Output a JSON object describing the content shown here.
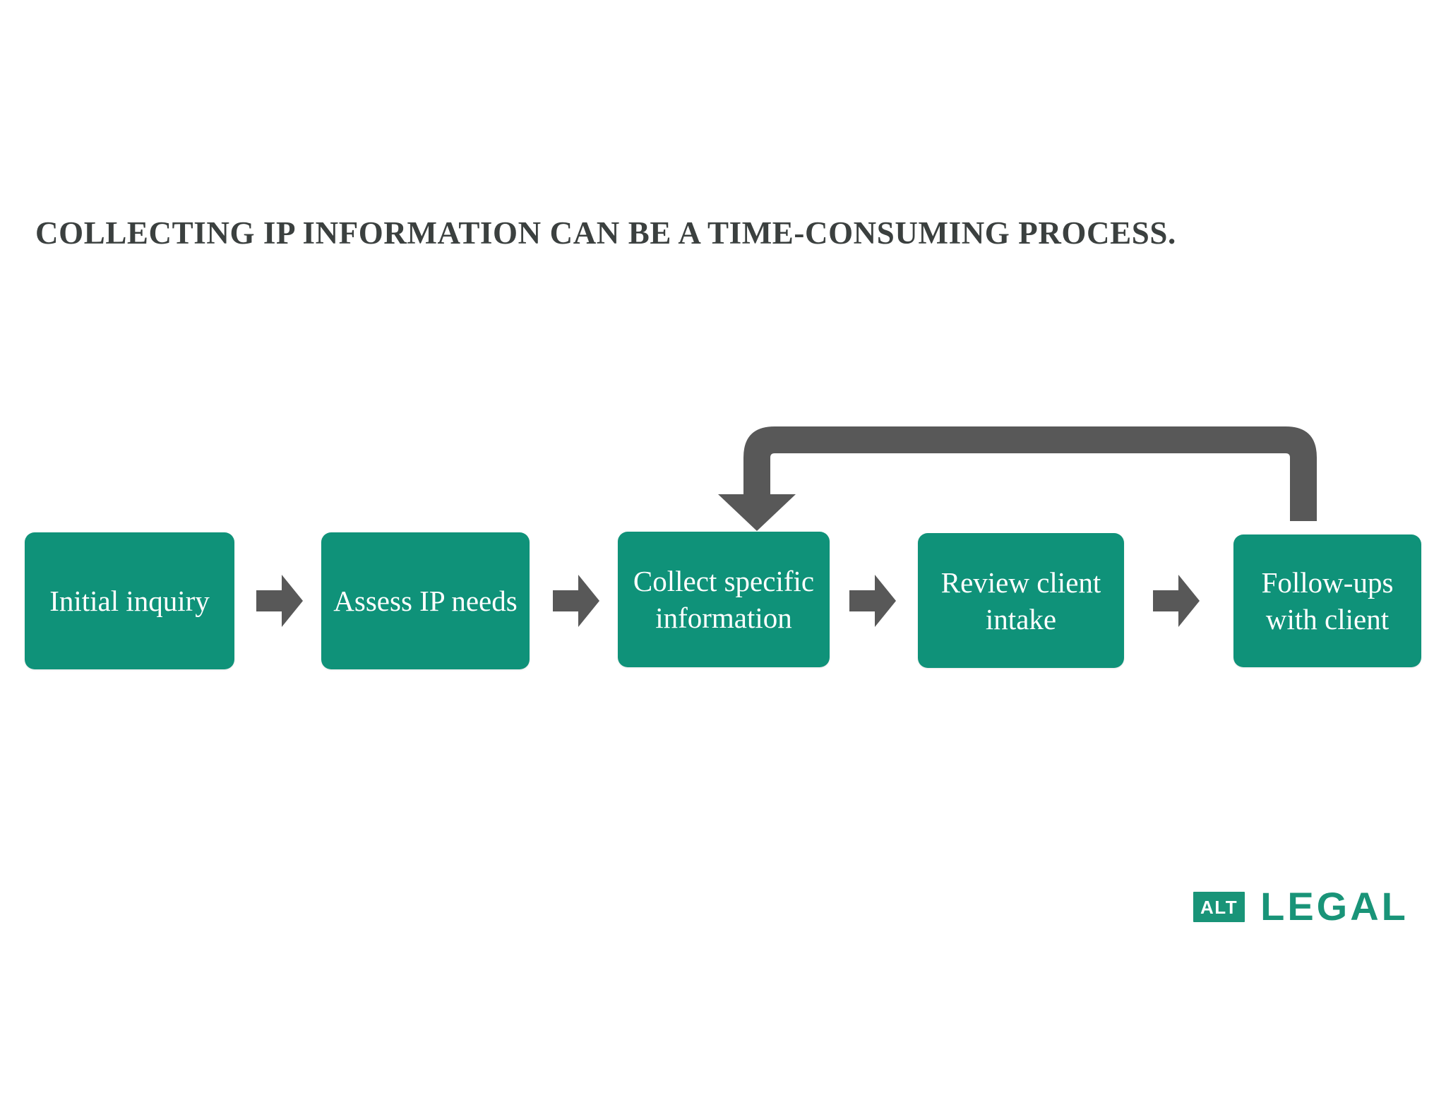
{
  "slide": {
    "background_color": "#ffffff",
    "title": "COLLECTING IP INFORMATION CAN BE A TIME-CONSUMING PROCESS.",
    "title_color": "#3b403f"
  },
  "theme": {
    "node_fill": "#0f9279",
    "node_text": "#ffffff",
    "arrow_gray": "#585858",
    "brand_green": "#199478"
  },
  "flow": {
    "type": "process-flow",
    "direction": "left-to-right",
    "nodes": [
      {
        "id": "initial-inquiry",
        "label": "Initial inquiry"
      },
      {
        "id": "assess-ip-needs",
        "label": "Assess IP needs"
      },
      {
        "id": "collect-specific-information",
        "label": "Collect specific information"
      },
      {
        "id": "review-client-intake",
        "label": "Review client intake"
      },
      {
        "id": "follow-ups-with-client",
        "label": "Follow-ups with client"
      }
    ],
    "connectors": [
      {
        "from": "initial-inquiry",
        "to": "assess-ip-needs",
        "shape": "block-arrow-right"
      },
      {
        "from": "assess-ip-needs",
        "to": "collect-specific-information",
        "shape": "block-arrow-right"
      },
      {
        "from": "collect-specific-information",
        "to": "review-client-intake",
        "shape": "block-arrow-right"
      },
      {
        "from": "review-client-intake",
        "to": "follow-ups-with-client",
        "shape": "block-arrow-right"
      }
    ],
    "feedback_loop": {
      "from": "follow-ups-with-client",
      "to": "collect-specific-information",
      "shape": "u-turn-arrow-down",
      "color": "#585858"
    }
  },
  "logo": {
    "badge_text": "ALT",
    "word_text": "LEGAL",
    "badge_fill": "#199478",
    "badge_text_color": "#ffffff",
    "word_color": "#199478"
  }
}
